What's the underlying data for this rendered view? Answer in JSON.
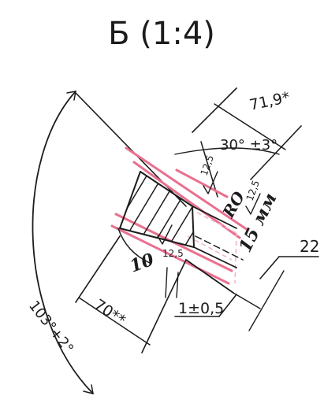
{
  "view_title": "Б (1:4)",
  "dimensions": {
    "d_71_9": "71,9*",
    "d_angle_30": "30° ±3°",
    "d_22": "22",
    "d_70": "70**",
    "d_1_0_5": "1±0,5",
    "d_angle_103": "103°+2°",
    "d_10": "10"
  },
  "roughness": {
    "r1": "12,5",
    "r2": "12,5",
    "r3": "12,5"
  },
  "handwritten": {
    "note_1": "RO",
    "note_2": "15 мм"
  },
  "colors": {
    "ink": "#1c1c1c",
    "pink": "#e9708f"
  }
}
